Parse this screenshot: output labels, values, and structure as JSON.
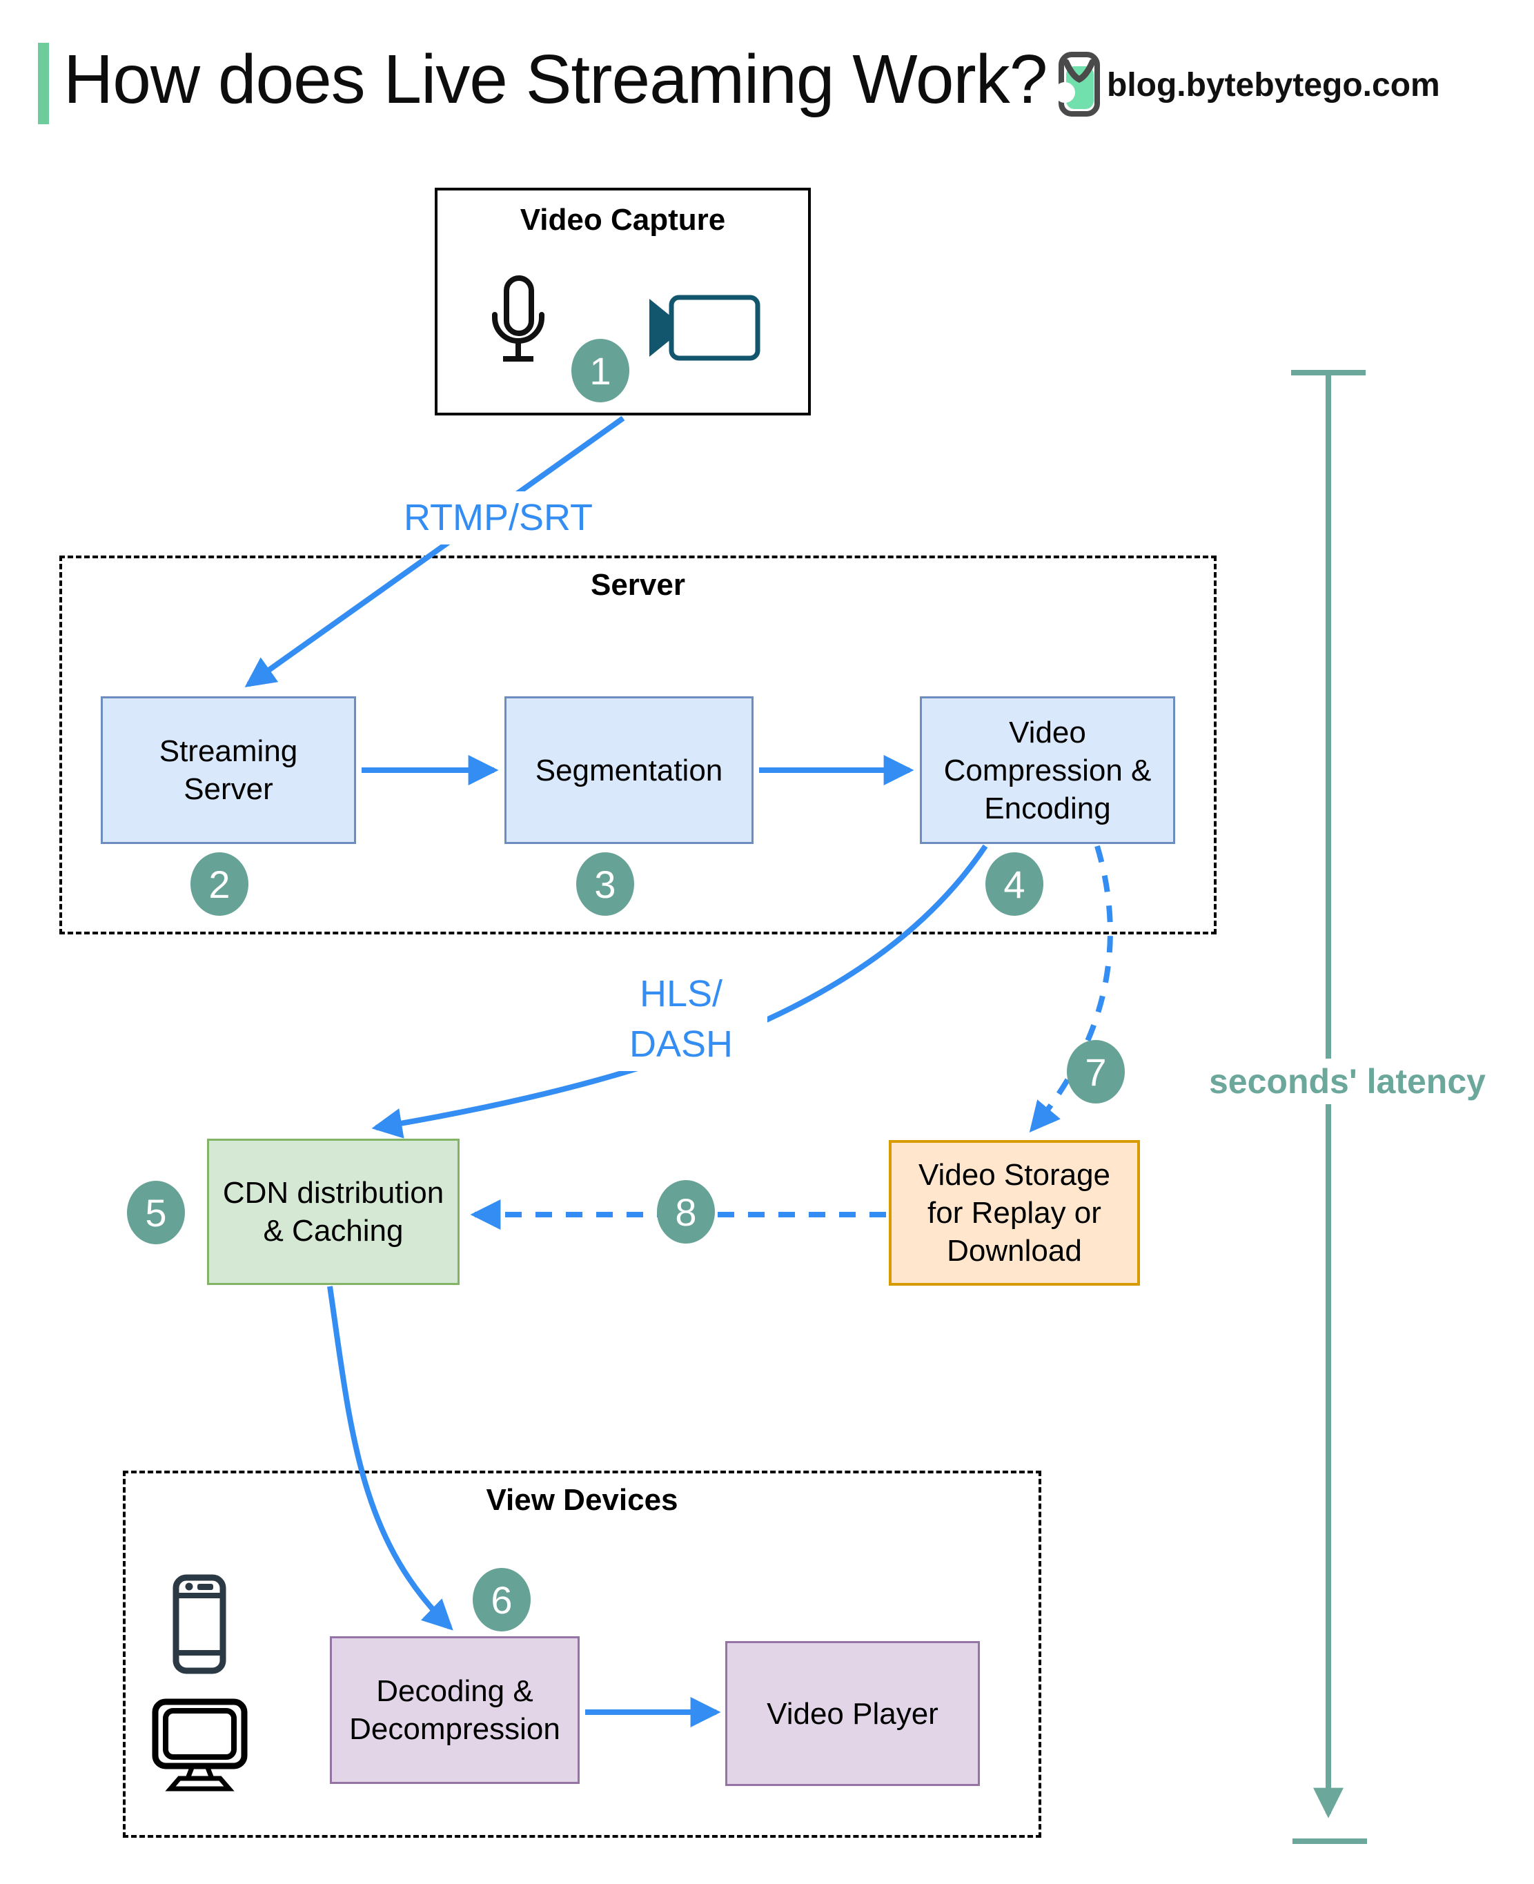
{
  "header": {
    "title": "How does Live Streaming Work?",
    "site": "blog.bytebytego.com",
    "logo_icon": "bytebytego-logo-icon",
    "accent_color": "#6dcb9c"
  },
  "video_capture": {
    "title": "Video Capture",
    "step": "1",
    "icons": [
      "microphone-icon",
      "video-camera-icon"
    ]
  },
  "protocol_labels": {
    "ingest": "RTMP/SRT",
    "delivery_line1": "HLS/",
    "delivery_line2": "DASH"
  },
  "server_group": {
    "title": "Server",
    "streaming_server": {
      "label": "Streaming Server",
      "step": "2"
    },
    "segmentation": {
      "label": "Segmentation",
      "step": "3"
    },
    "compression": {
      "label": "Video Compression & Encoding",
      "step": "4"
    }
  },
  "cdn": {
    "label": "CDN distribution & Caching",
    "step": "5"
  },
  "storage": {
    "label": "Video Storage for Replay or Download",
    "step_in": "7",
    "step_out": "8"
  },
  "view_devices": {
    "title": "View Devices",
    "icons": [
      "smartphone-icon",
      "desktop-monitor-icon"
    ],
    "decoding": {
      "label": "Decoding & Decompression",
      "step": "6"
    },
    "player": {
      "label": "Video Player"
    }
  },
  "latency": {
    "label": "seconds' latency"
  },
  "colors": {
    "arrow_blue": "#338df2",
    "badge_teal": "#66a295",
    "latency_teal": "#6ba79a",
    "node_blue_fill": "#dae8fc",
    "node_blue_border": "#6c8ebf",
    "cdn_green_fill": "#d5e8d4",
    "cdn_green_border": "#82b366",
    "storage_orange_fill": "#ffe6cc",
    "storage_orange_border": "#d79b00",
    "device_purple_fill": "#e1d5e7",
    "device_purple_border": "#9673a6",
    "camera_icon_color": "#12566e"
  }
}
